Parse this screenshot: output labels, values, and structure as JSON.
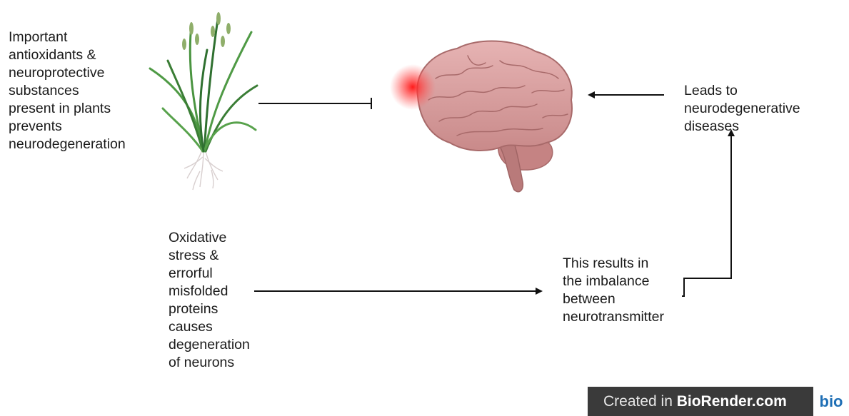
{
  "nodes": {
    "plants_text": "Important\nantioxidants &\nneuroprotective\nsubstances\npresent in plants\nprevents\nneurodegeneration",
    "leads_text": "Leads to\nneurodegenerative\ndiseases",
    "oxidative_text": "Oxidative\nstress &\nerrorful\nmisfolded\nproteins\ncauses\ndegeneration\nof neurons",
    "imbalance_text": "This results in\nthe imbalance\nbetween\nneurotransmitter"
  },
  "badge": {
    "prefix": "Created in",
    "brand": "BioRender.com",
    "logo": "bio"
  },
  "icons": {
    "plant": "grass-plant-icon",
    "brain": "brain-icon"
  },
  "colors": {
    "plant_green": "#3f8a3a",
    "brain_pink": "#d49a9a",
    "inflammation_red": "#ff2a2a",
    "badge_bg": "#3a3a3a",
    "logo_blue": "#1f6fb5"
  }
}
